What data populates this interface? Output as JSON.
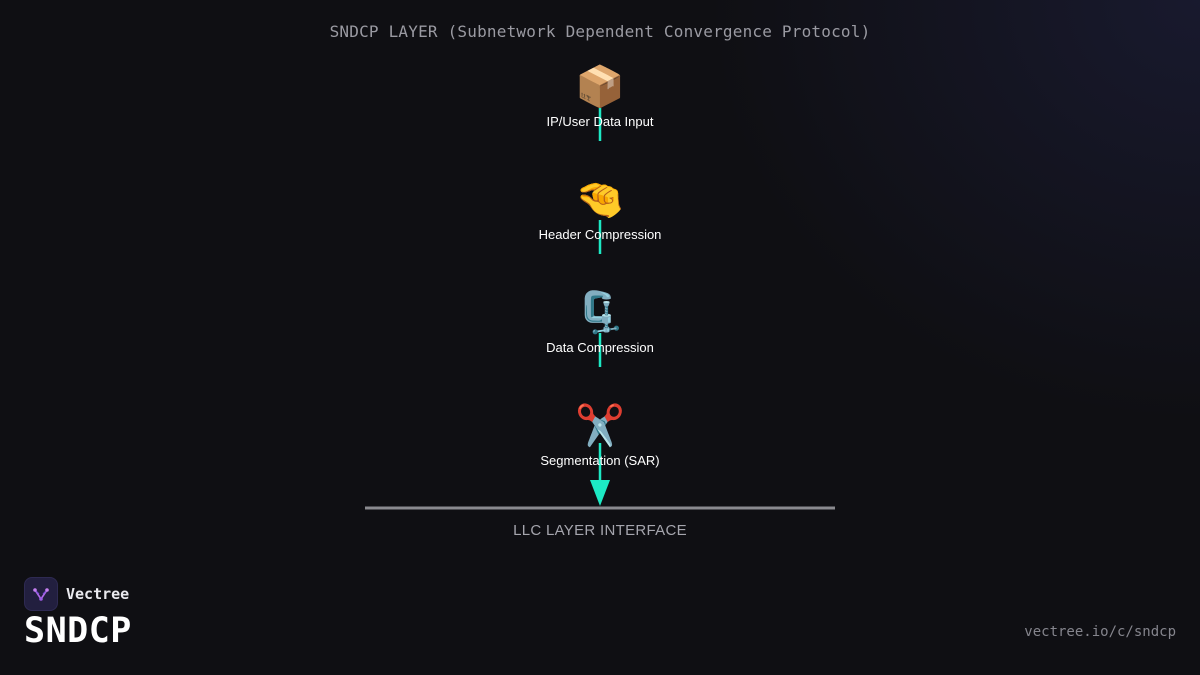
{
  "diagram": {
    "title": "SNDCP LAYER (Subnetwork Dependent Convergence Protocol)",
    "stages": [
      {
        "label": "IP/User Data Input",
        "icon": "package-icon",
        "glyph": "📦"
      },
      {
        "label": "Header Compression",
        "icon": "pinching-hand-icon",
        "glyph": "🤏"
      },
      {
        "label": "Data Compression",
        "icon": "clamp-icon",
        "glyph": "🗜️"
      },
      {
        "label": "Segmentation (SAR)",
        "icon": "scissors-icon",
        "glyph": "✂️"
      }
    ],
    "interface_label": "LLC LAYER INTERFACE",
    "colors": {
      "connector": "#1de9c4",
      "interface_bar": "#8a8a8f"
    }
  },
  "brand": {
    "name": "Vectree",
    "logo_icon": "vectree-logo-icon"
  },
  "page": {
    "heading": "SNDCP",
    "url": "vectree.io/c/sndcp"
  }
}
